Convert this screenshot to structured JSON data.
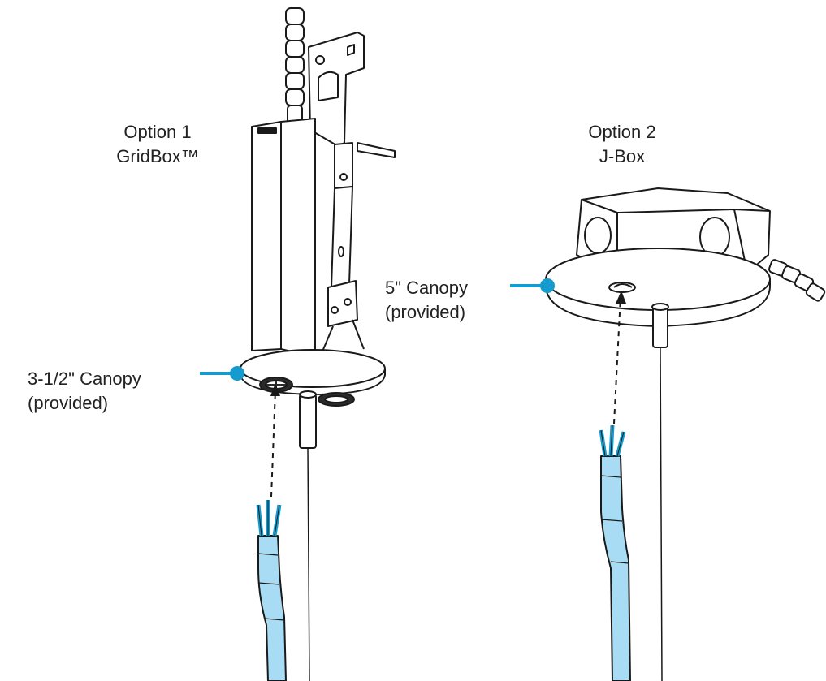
{
  "options": [
    {
      "title": "Option 1",
      "subtitle": "GridBox™"
    },
    {
      "title": "Option 2",
      "subtitle": "J-Box"
    }
  ],
  "callouts": [
    {
      "line1": "3-1/2\" Canopy",
      "line2": "(provided)"
    },
    {
      "line1": "5\" Canopy",
      "line2": "(provided)"
    }
  ],
  "colors": {
    "accent": "#159BCE",
    "cable": "#A8DCF4",
    "stroke": "#1A1A1A",
    "text": "#222222"
  }
}
